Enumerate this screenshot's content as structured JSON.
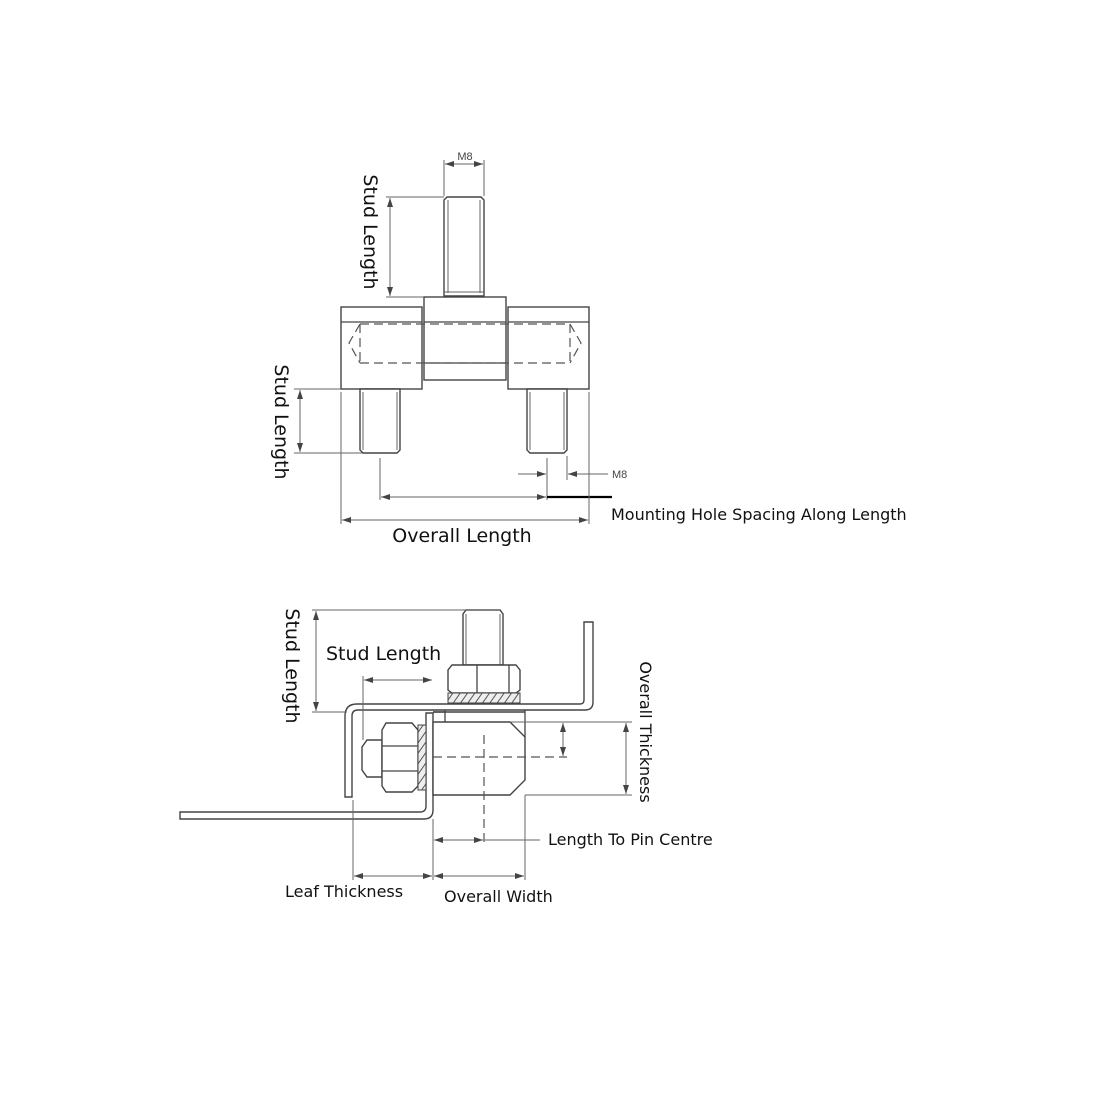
{
  "top_view": {
    "thread_top": "M8",
    "stud_length_top": "Stud Length",
    "stud_length_side": "Stud Length",
    "thread_bottom": "M8",
    "mounting_hole_spacing": "Mounting Hole Spacing Along Length",
    "overall_length": "Overall Length"
  },
  "side_view": {
    "stud_length_vertical": "Stud Length",
    "stud_length_horizontal": "Stud Length",
    "overall_thickness": "Overall Thickness",
    "length_to_pin_centre": "Length To Pin Centre",
    "leaf_thickness": "Leaf Thickness",
    "overall_width": "Overall Width"
  }
}
